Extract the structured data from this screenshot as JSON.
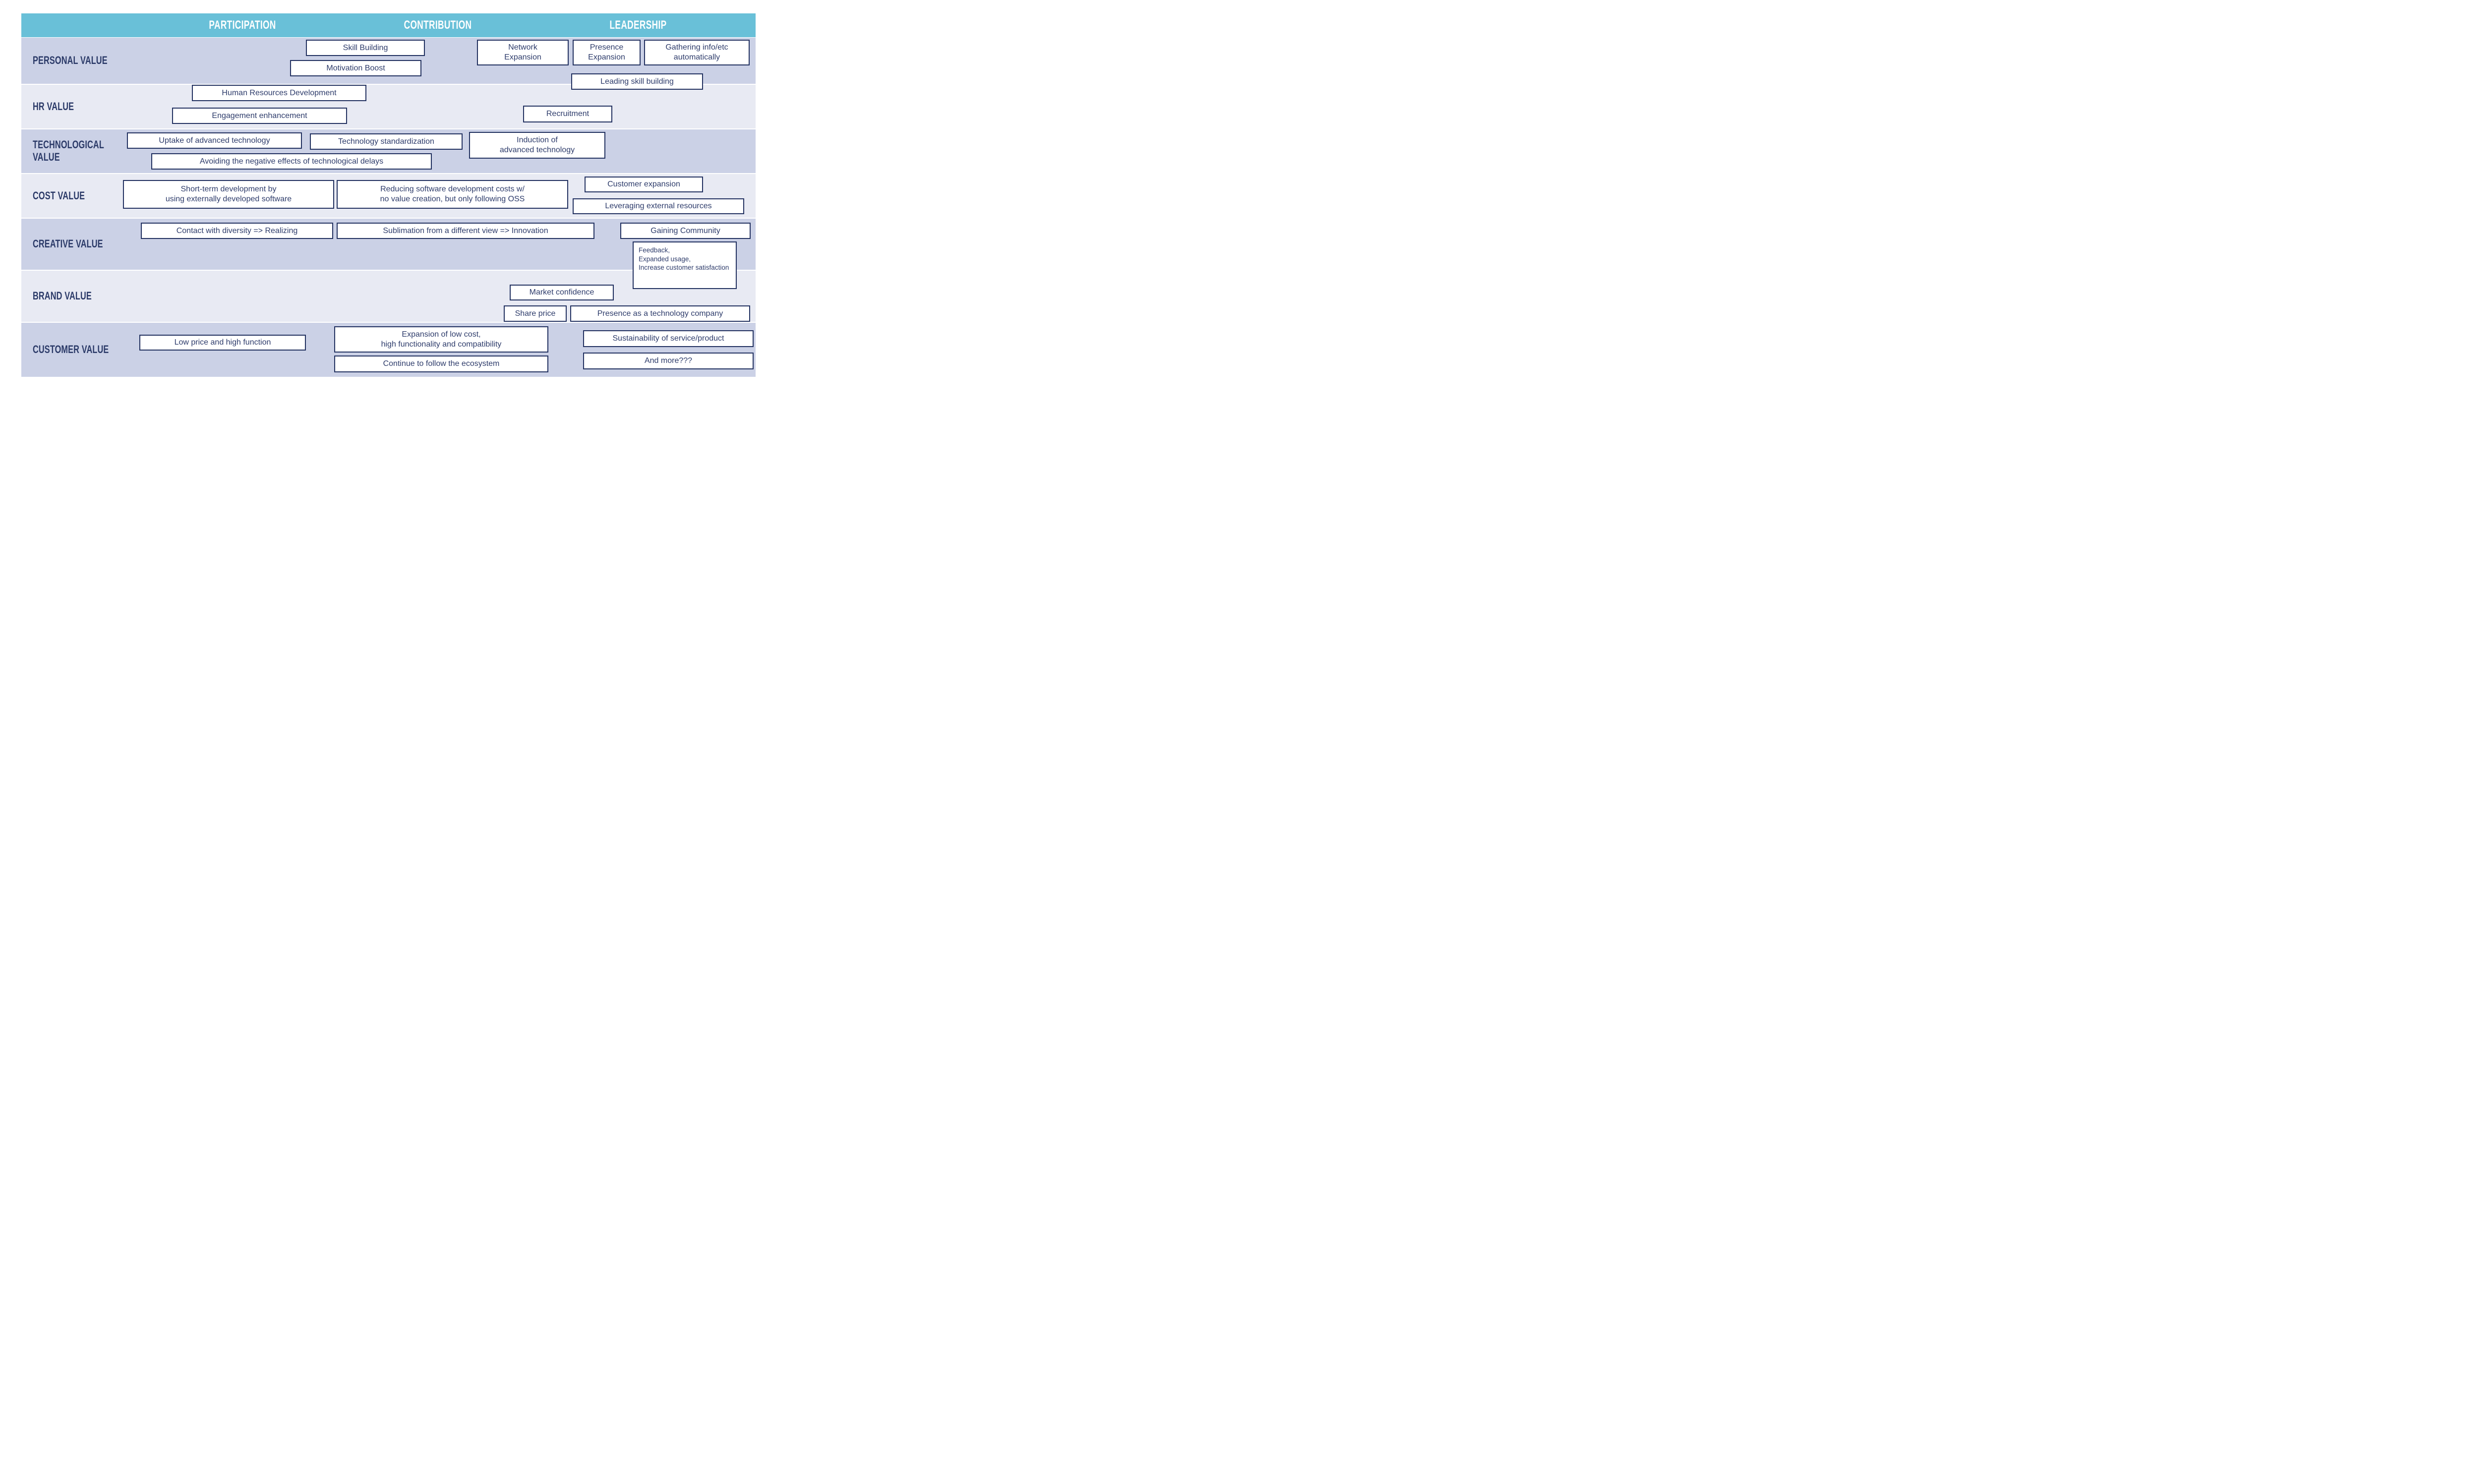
{
  "header": {
    "columns": [
      {
        "label": "PARTICIPATION"
      },
      {
        "label": "CONTRIBUTION"
      },
      {
        "label": "LEADERSHIP"
      }
    ],
    "bg_color": "#69c0d8",
    "text_color": "#ffffff"
  },
  "rows": [
    {
      "label": "PERSONAL VALUE"
    },
    {
      "label": "HR VALUE"
    },
    {
      "label": "TECHNOLOGICAL VALUE"
    },
    {
      "label": "COST VALUE"
    },
    {
      "label": "CREATIVE VALUE"
    },
    {
      "label": "BRAND VALUE"
    },
    {
      "label": "CUSTOMER VALUE"
    }
  ],
  "boxes": {
    "skill_building": "Skill Building",
    "motivation_boost": "Motivation Boost",
    "network_expansion": "Network\nExpansion",
    "presence_expansion": "Presence\nExpansion",
    "gathering_info": "Gathering info/etc\nautomatically",
    "leading_skill_building": "Leading skill building",
    "hr_development": "Human Resources Development",
    "engagement_enhancement": "Engagement enhancement",
    "recruitment": "Recruitment",
    "uptake": "Uptake of advanced technology",
    "tech_standardization": "Technology standardization",
    "induction": "Induction of\nadvanced technology",
    "avoiding": "Avoiding the negative effects of technological delays",
    "short_term": "Short-term development by\nusing externally developed software",
    "reducing": "Reducing software development costs w/\nno value creation, but only following OSS",
    "customer_expansion": "Customer expansion",
    "leveraging": "Leveraging external resources",
    "contact": "Contact with diversity => Realizing",
    "sublimation": "Sublimation from a different view => Innovation",
    "gaining_community": "Gaining Community",
    "feedback": "Feedback,\nExpanded usage,\nIncrease customer satisfaction",
    "market_confidence": "Market confidence",
    "share_price": "Share price",
    "presence_tech": "Presence as a technology company",
    "low_price": "Low price and high function",
    "expansion_low_cost": "Expansion of low cost,\nhigh functionality and compatibility",
    "continue_ecosystem": "Continue to follow the ecosystem",
    "sustainability": "Sustainability of service/product",
    "and_more": "And more???"
  },
  "colors": {
    "row_dark": "#cbd1e6",
    "row_light": "#e8eaf3",
    "box_border": "#233261",
    "box_text": "#2e3c6b",
    "label_text": "#2b3a68"
  }
}
